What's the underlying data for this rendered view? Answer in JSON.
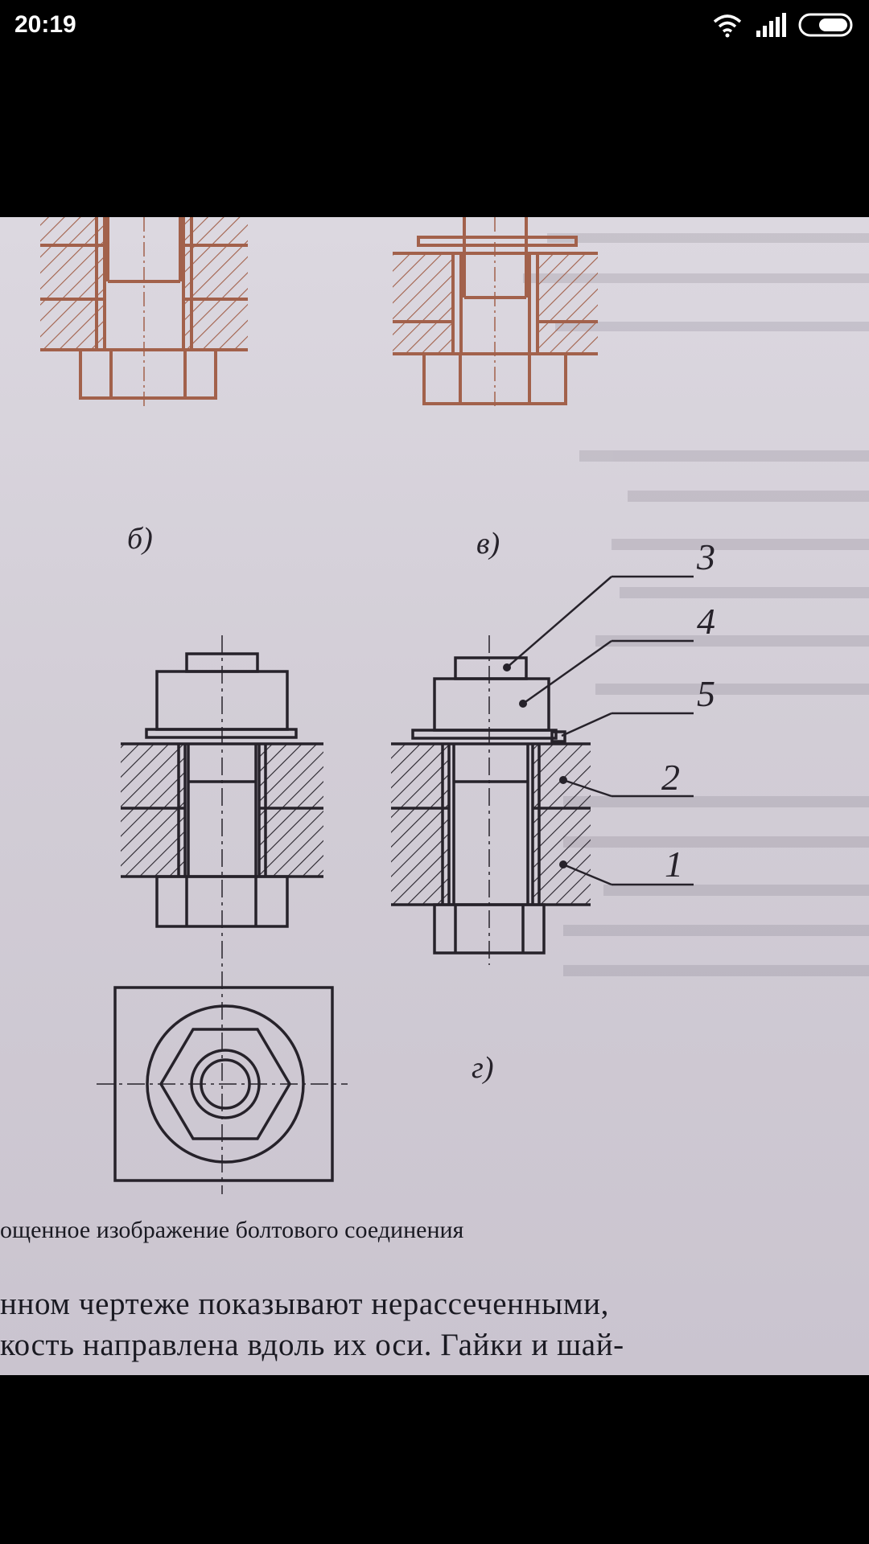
{
  "status_bar": {
    "time": "20:19",
    "icons": [
      "wifi-icon",
      "signal-icon",
      "battery-icon"
    ]
  },
  "photo": {
    "figure_labels": {
      "b": "б)",
      "v": "в)",
      "g": "г)"
    },
    "callouts": [
      "3",
      "4",
      "5",
      "2",
      "1"
    ],
    "caption": "ощенное изображение болтового соединения",
    "body_text": [
      "нном чертеже показывают нерассеченными,",
      "кость направлена вдоль их оси. Гайки и шай-"
    ],
    "colors": {
      "brown_ink": "#a2614b",
      "black_ink": "#26222a",
      "paper": "#d6d1da"
    }
  }
}
